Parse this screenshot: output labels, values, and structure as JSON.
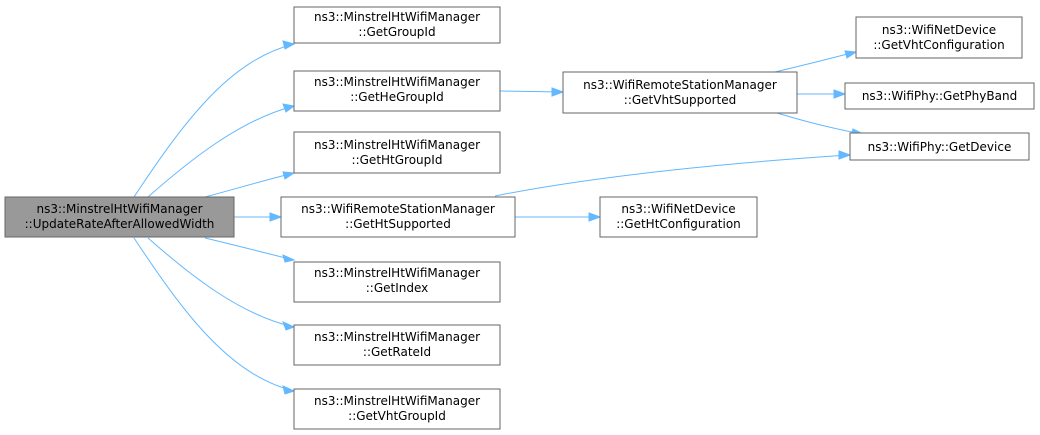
{
  "nodes": {
    "root": {
      "line1": "ns3::MinstrelHtWifiManager",
      "line2": "::UpdateRateAfterAllowedWidth"
    },
    "getGroupId": {
      "line1": "ns3::MinstrelHtWifiManager",
      "line2": "::GetGroupId"
    },
    "getHeGroupId": {
      "line1": "ns3::MinstrelHtWifiManager",
      "line2": "::GetHeGroupId"
    },
    "getHtGroupId": {
      "line1": "ns3::MinstrelHtWifiManager",
      "line2": "::GetHtGroupId"
    },
    "getHtSupported": {
      "line1": "ns3::WifiRemoteStationManager",
      "line2": "::GetHtSupported"
    },
    "getIndex": {
      "line1": "ns3::MinstrelHtWifiManager",
      "line2": "::GetIndex"
    },
    "getRateId": {
      "line1": "ns3::MinstrelHtWifiManager",
      "line2": "::GetRateId"
    },
    "getVhtGroupId": {
      "line1": "ns3::MinstrelHtWifiManager",
      "line2": "::GetVhtGroupId"
    },
    "getVhtSupported": {
      "line1": "ns3::WifiRemoteStationManager",
      "line2": "::GetVhtSupported"
    },
    "getHtConfiguration": {
      "line1": "ns3::WifiNetDevice",
      "line2": "::GetHtConfiguration"
    },
    "getVhtConfiguration": {
      "line1": "ns3::WifiNetDevice",
      "line2": "::GetVhtConfiguration"
    },
    "getPhyBand": {
      "line1": "ns3::WifiPhy::GetPhyBand"
    },
    "getDevice": {
      "line1": "ns3::WifiPhy::GetDevice"
    }
  },
  "colors": {
    "edge": "#63b8ff",
    "root_fill": "#999999",
    "node_border": "#666666"
  }
}
